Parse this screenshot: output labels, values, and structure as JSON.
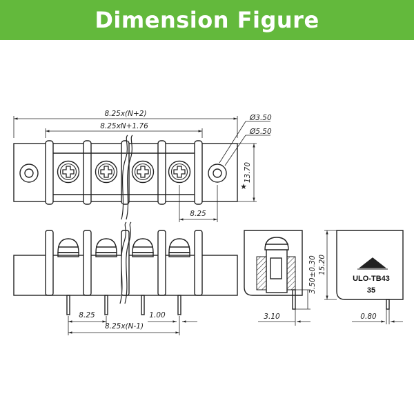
{
  "header": {
    "title": "Dimension Figure",
    "background_color": "#63b93c",
    "text_color": "#ffffff"
  },
  "top_view": {
    "overall_length": "8.25x(N+2)",
    "inner_length": "8.25xN+1.76",
    "hole_dia_inner": "Ø3.50",
    "hole_dia_outer": "Ø5.50",
    "height": "13.70",
    "star_marker": "★",
    "pitch": "8.25"
  },
  "front_view": {
    "pitch": "8.25",
    "pin_width": "1.00",
    "pin_span": "8.25x(N-1)"
  },
  "side_view": {
    "depth": "3.10",
    "pin_length": "3.50±0.30"
  },
  "back_view": {
    "height": "15.20",
    "pin_thickness": "0.80",
    "product_model": "ULO-TB43",
    "product_code": "35"
  },
  "icons": [
    "screw-head-icon",
    "mounting-hole-icon",
    "brand-logo-icon"
  ]
}
